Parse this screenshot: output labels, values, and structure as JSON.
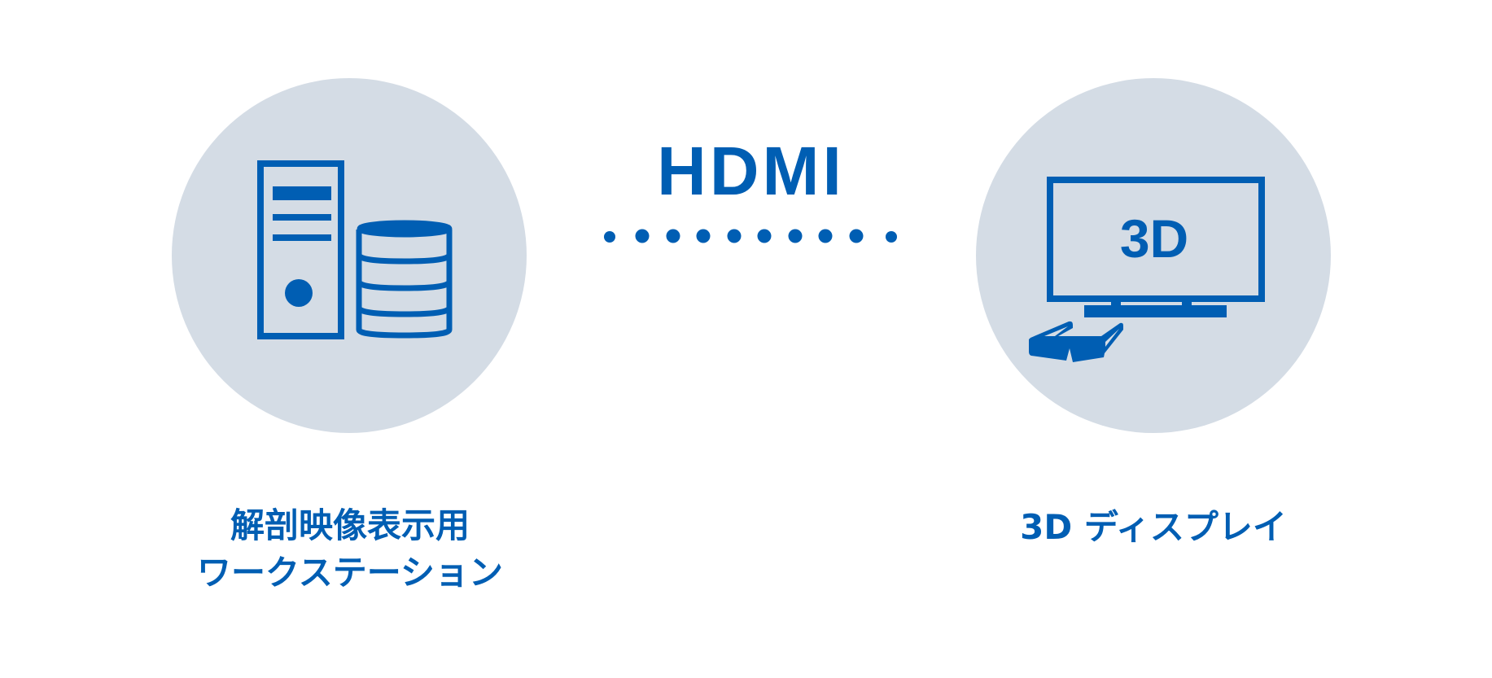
{
  "connection": {
    "label": "HDMI",
    "dot_count": 10
  },
  "left_node": {
    "line1": "解剖映像表示用",
    "line2": "ワークステーション",
    "icon": "workstation-server-icon"
  },
  "right_node": {
    "label": "3D ディスプレイ",
    "screen_text": "3D",
    "icon": "3d-monitor-icon"
  },
  "colors": {
    "accent": "#005eb3",
    "circle": "#d4dce5",
    "background": "#ffffff"
  }
}
